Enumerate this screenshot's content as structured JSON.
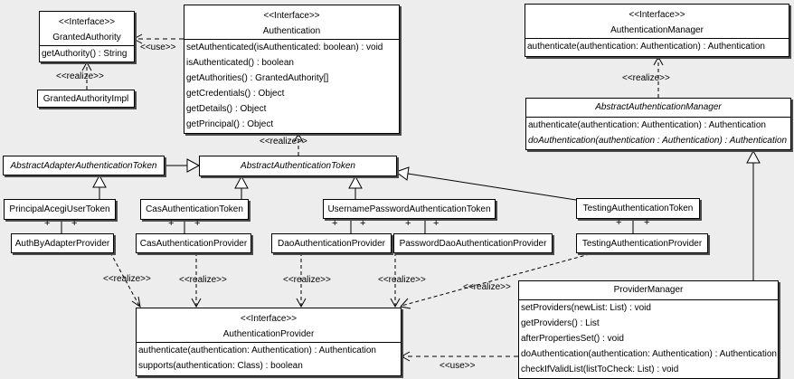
{
  "labels": {
    "use": "<<use>>",
    "realize": "<<realize>>",
    "plus": "+"
  },
  "colors": {
    "background": "#ededed",
    "box_fill": "#ffffff",
    "line": "#000000",
    "shadow": "#4a4a4a"
  },
  "classes": {
    "granted_authority": {
      "stereotype": "<<Interface>>",
      "name": "GrantedAuthority",
      "methods": [
        "getAuthority() : String"
      ]
    },
    "granted_authority_impl": {
      "name": "GrantedAuthorityImpl"
    },
    "authentication": {
      "stereotype": "<<Interface>>",
      "name": "Authentication",
      "methods": [
        "setAuthenticated(isAuthenticated: boolean) : void",
        "isAuthenticated() : boolean",
        "getAuthorities() : GrantedAuthority[]",
        "getCredentials() : Object",
        "getDetails() : Object",
        "getPrincipal() : Object"
      ]
    },
    "authentication_manager": {
      "stereotype": "<<Interface>>",
      "name": "AuthenticationManager",
      "methods": [
        "authenticate(authentication: Authentication) : Authentication"
      ]
    },
    "abstract_authentication_manager": {
      "name": "AbstractAuthenticationManager",
      "methods": [
        "authenticate(authentication: Authentication) : Authentication",
        "doAuthentication(authentication : Authentication) : Authentication"
      ]
    },
    "abstract_adapter_authentication_token": {
      "name": "AbstractAdapterAuthenticationToken"
    },
    "abstract_authentication_token": {
      "name": "AbstractAuthenticationToken"
    },
    "principal_acegi_user_token": {
      "name": "PrincipalAcegiUserToken"
    },
    "cas_authentication_token": {
      "name": "CasAuthenticationToken"
    },
    "username_password_authentication_token": {
      "name": "UsernamePasswordAuthenticationToken"
    },
    "testing_authentication_token": {
      "name": "TestingAuthenticationToken"
    },
    "auth_by_adapter_provider": {
      "name": "AuthByAdapterProvider"
    },
    "cas_authentication_provider": {
      "name": "CasAuthenticationProvider"
    },
    "dao_authentication_provider": {
      "name": "DaoAuthenticationProvider"
    },
    "password_dao_authentication_provider": {
      "name": "PasswordDaoAuthenticationProvider"
    },
    "testing_authentication_provider": {
      "name": "TestingAuthenticationProvider"
    },
    "provider_manager": {
      "name": "ProviderManager",
      "methods": [
        "setProviders(newList: List) : void",
        "getProviders() : List",
        "afterPropertiesSet() : void",
        "doAuthentication(authentication: Authentication) : Authentication",
        "checkIfValidList(listToCheck: List) : void"
      ]
    },
    "authentication_provider": {
      "stereotype": "<<Interface>>",
      "name": "AuthenticationProvider",
      "methods": [
        "authenticate(authentication: Authentication) : Authentication",
        "supports(authentication: Class) : boolean"
      ]
    }
  },
  "relationships": [
    {
      "type": "use",
      "from": "Authentication",
      "to": "GrantedAuthority"
    },
    {
      "type": "realize",
      "from": "GrantedAuthorityImpl",
      "to": "GrantedAuthority"
    },
    {
      "type": "realize",
      "from": "AbstractAuthenticationToken",
      "to": "Authentication"
    },
    {
      "type": "realize",
      "from": "AbstractAuthenticationManager",
      "to": "AuthenticationManager"
    },
    {
      "type": "generalization",
      "from": "AbstractAdapterAuthenticationToken",
      "to": "AbstractAuthenticationToken"
    },
    {
      "type": "generalization",
      "from": "PrincipalAcegiUserToken",
      "to": "AbstractAdapterAuthenticationToken"
    },
    {
      "type": "generalization",
      "from": "CasAuthenticationToken",
      "to": "AbstractAuthenticationToken"
    },
    {
      "type": "generalization",
      "from": "UsernamePasswordAuthenticationToken",
      "to": "AbstractAuthenticationToken"
    },
    {
      "type": "generalization",
      "from": "TestingAuthenticationToken",
      "to": "AbstractAuthenticationToken"
    },
    {
      "type": "generalization",
      "from": "ProviderManager",
      "to": "AbstractAuthenticationManager"
    },
    {
      "type": "association",
      "from": "PrincipalAcegiUserToken",
      "to": "AuthByAdapterProvider"
    },
    {
      "type": "association",
      "from": "CasAuthenticationToken",
      "to": "CasAuthenticationProvider"
    },
    {
      "type": "association",
      "from": "UsernamePasswordAuthenticationToken",
      "to": "DaoAuthenticationProvider"
    },
    {
      "type": "association",
      "from": "UsernamePasswordAuthenticationToken",
      "to": "PasswordDaoAuthenticationProvider"
    },
    {
      "type": "association",
      "from": "TestingAuthenticationToken",
      "to": "TestingAuthenticationProvider"
    },
    {
      "type": "realize",
      "from": "AuthByAdapterProvider",
      "to": "AuthenticationProvider"
    },
    {
      "type": "realize",
      "from": "CasAuthenticationProvider",
      "to": "AuthenticationProvider"
    },
    {
      "type": "realize",
      "from": "DaoAuthenticationProvider",
      "to": "AuthenticationProvider"
    },
    {
      "type": "realize",
      "from": "PasswordDaoAuthenticationProvider",
      "to": "AuthenticationProvider"
    },
    {
      "type": "realize",
      "from": "TestingAuthenticationProvider",
      "to": "AuthenticationProvider"
    },
    {
      "type": "use",
      "from": "ProviderManager",
      "to": "AuthenticationProvider"
    }
  ]
}
